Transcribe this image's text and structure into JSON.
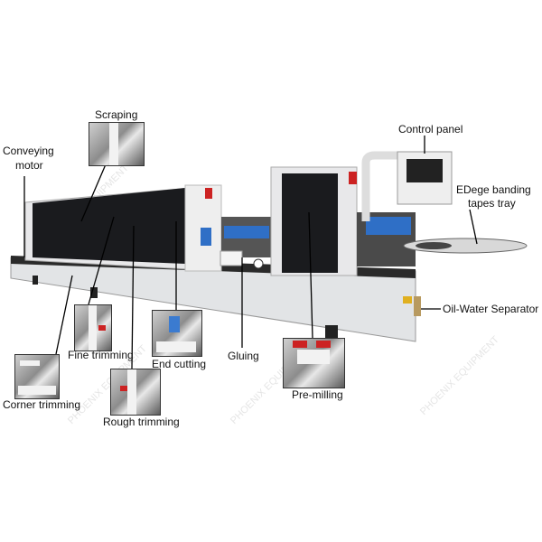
{
  "labels": {
    "scraping": "Scraping",
    "conveying_motor_1": "Conveying",
    "conveying_motor_2": "motor",
    "control_panel": "Control panel",
    "tapes_tray_1": "EDege banding",
    "tapes_tray_2": "tapes tray",
    "oil_water_separator": "Oil-Water Separator",
    "fine_trimming": "Fine trimming",
    "corner_trimming": "Corner trimming",
    "rough_trimming": "Rough trimming",
    "end_cutting": "End cutting",
    "gluing": "Gluing",
    "pre_milling": "Pre-milling"
  },
  "watermark": "PHOENIX EQUIPMENT",
  "colors": {
    "machine_body": "#e4e6e8",
    "glass": "#1c1d20",
    "accent_blue": "#2f6fc6",
    "warning_red": "#c22222"
  }
}
